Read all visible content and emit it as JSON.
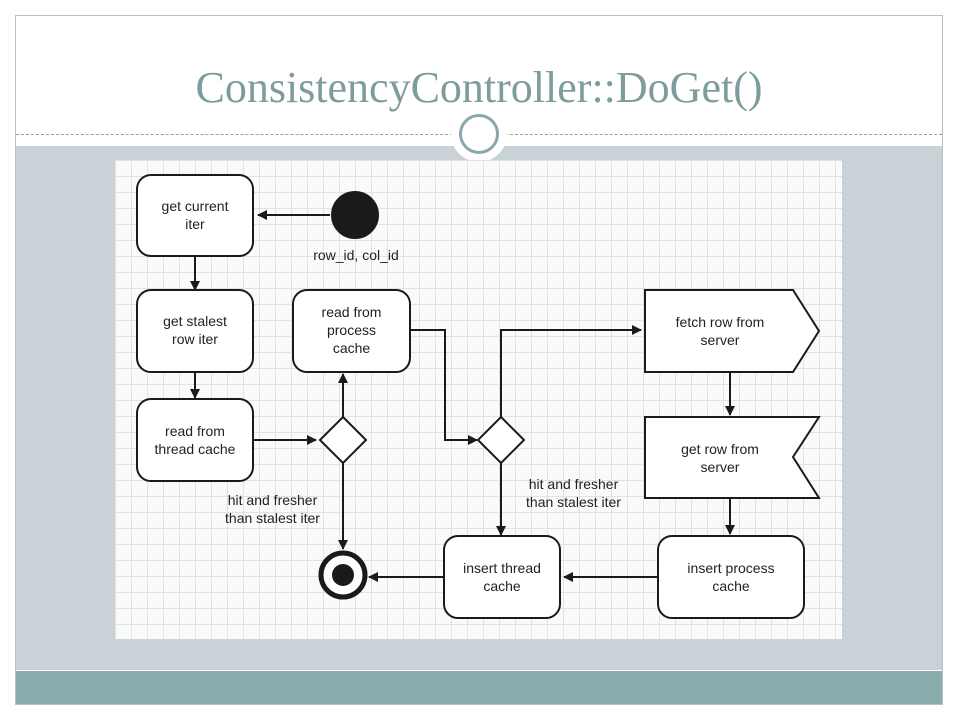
{
  "theme": {
    "title_color": "#7e9c9c",
    "band_color": "#c8d2d7",
    "footer_color": "#8aacac",
    "line_color": "#1a1a1a",
    "node_fill": "#ffffff"
  },
  "slide": {
    "title": "ConsistencyController::DoGet()"
  },
  "diagram": {
    "nodes": {
      "get_current_iter": "get current\niter",
      "get_stalest_row_iter": "get stalest\nrow iter",
      "read_thread_cache": "read from\nthread cache",
      "read_process_cache": "read from\nprocess\ncache",
      "fetch_row_server": "fetch row from\nserver",
      "get_row_server": "get row from\nserver",
      "insert_thread_cache": "insert thread\ncache",
      "insert_process_cache": "insert process\ncache"
    },
    "labels": {
      "start_params": "row_id, col_id",
      "guard_thread": "hit and fresher\nthan stalest iter",
      "guard_process": "hit and fresher\nthan stalest iter"
    }
  }
}
